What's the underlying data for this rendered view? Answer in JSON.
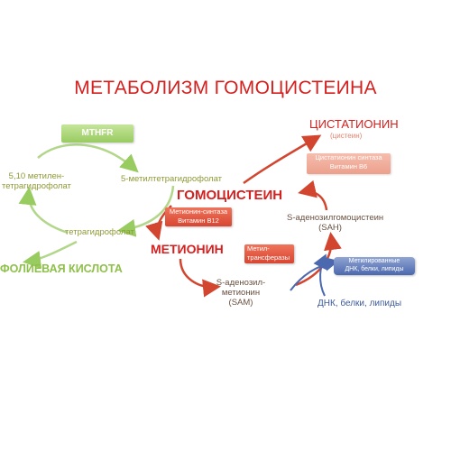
{
  "title": "МЕТАБОЛИЗМ ГОМОЦИСТЕИНА",
  "nodes": {
    "mthfr": "MTHFR",
    "methylene_thf": "5,10 метилен-\nтетрагидрофолат",
    "methyl_thf": "5-метилтетрагидрофолат",
    "thf": "тетрагидрофолат",
    "folic_acid": "ФОЛИЕВАЯ КИСЛОТА",
    "cystathionine": "ЦИСТАТИОНИН",
    "cysteine": "(цистеин)",
    "cystathionine_synthase": "Цистатионин синтаза\nВитамин B6",
    "homocysteine": "ГОМОЦИСТЕИН",
    "methionine_synthase": "Метионин-синтаза\nВитамин B12",
    "sah": "S-аденозилгомоцистеин\n(SAH)",
    "methionine": "МЕТИОНИН",
    "methyltransferases": "Метил-\nтрансферазы",
    "sam": "S-аденозил-\nметионин\n(SAM)",
    "methylated": "Метилированные\nДНК, белки, липиды",
    "dna": "ДНК, белки, липиды"
  },
  "colors": {
    "title_red": "#d4201e",
    "green": "#98cb60",
    "olive_text": "#8f9a35",
    "arrow_red": "#d2452f",
    "blue": "#4c68ae"
  }
}
